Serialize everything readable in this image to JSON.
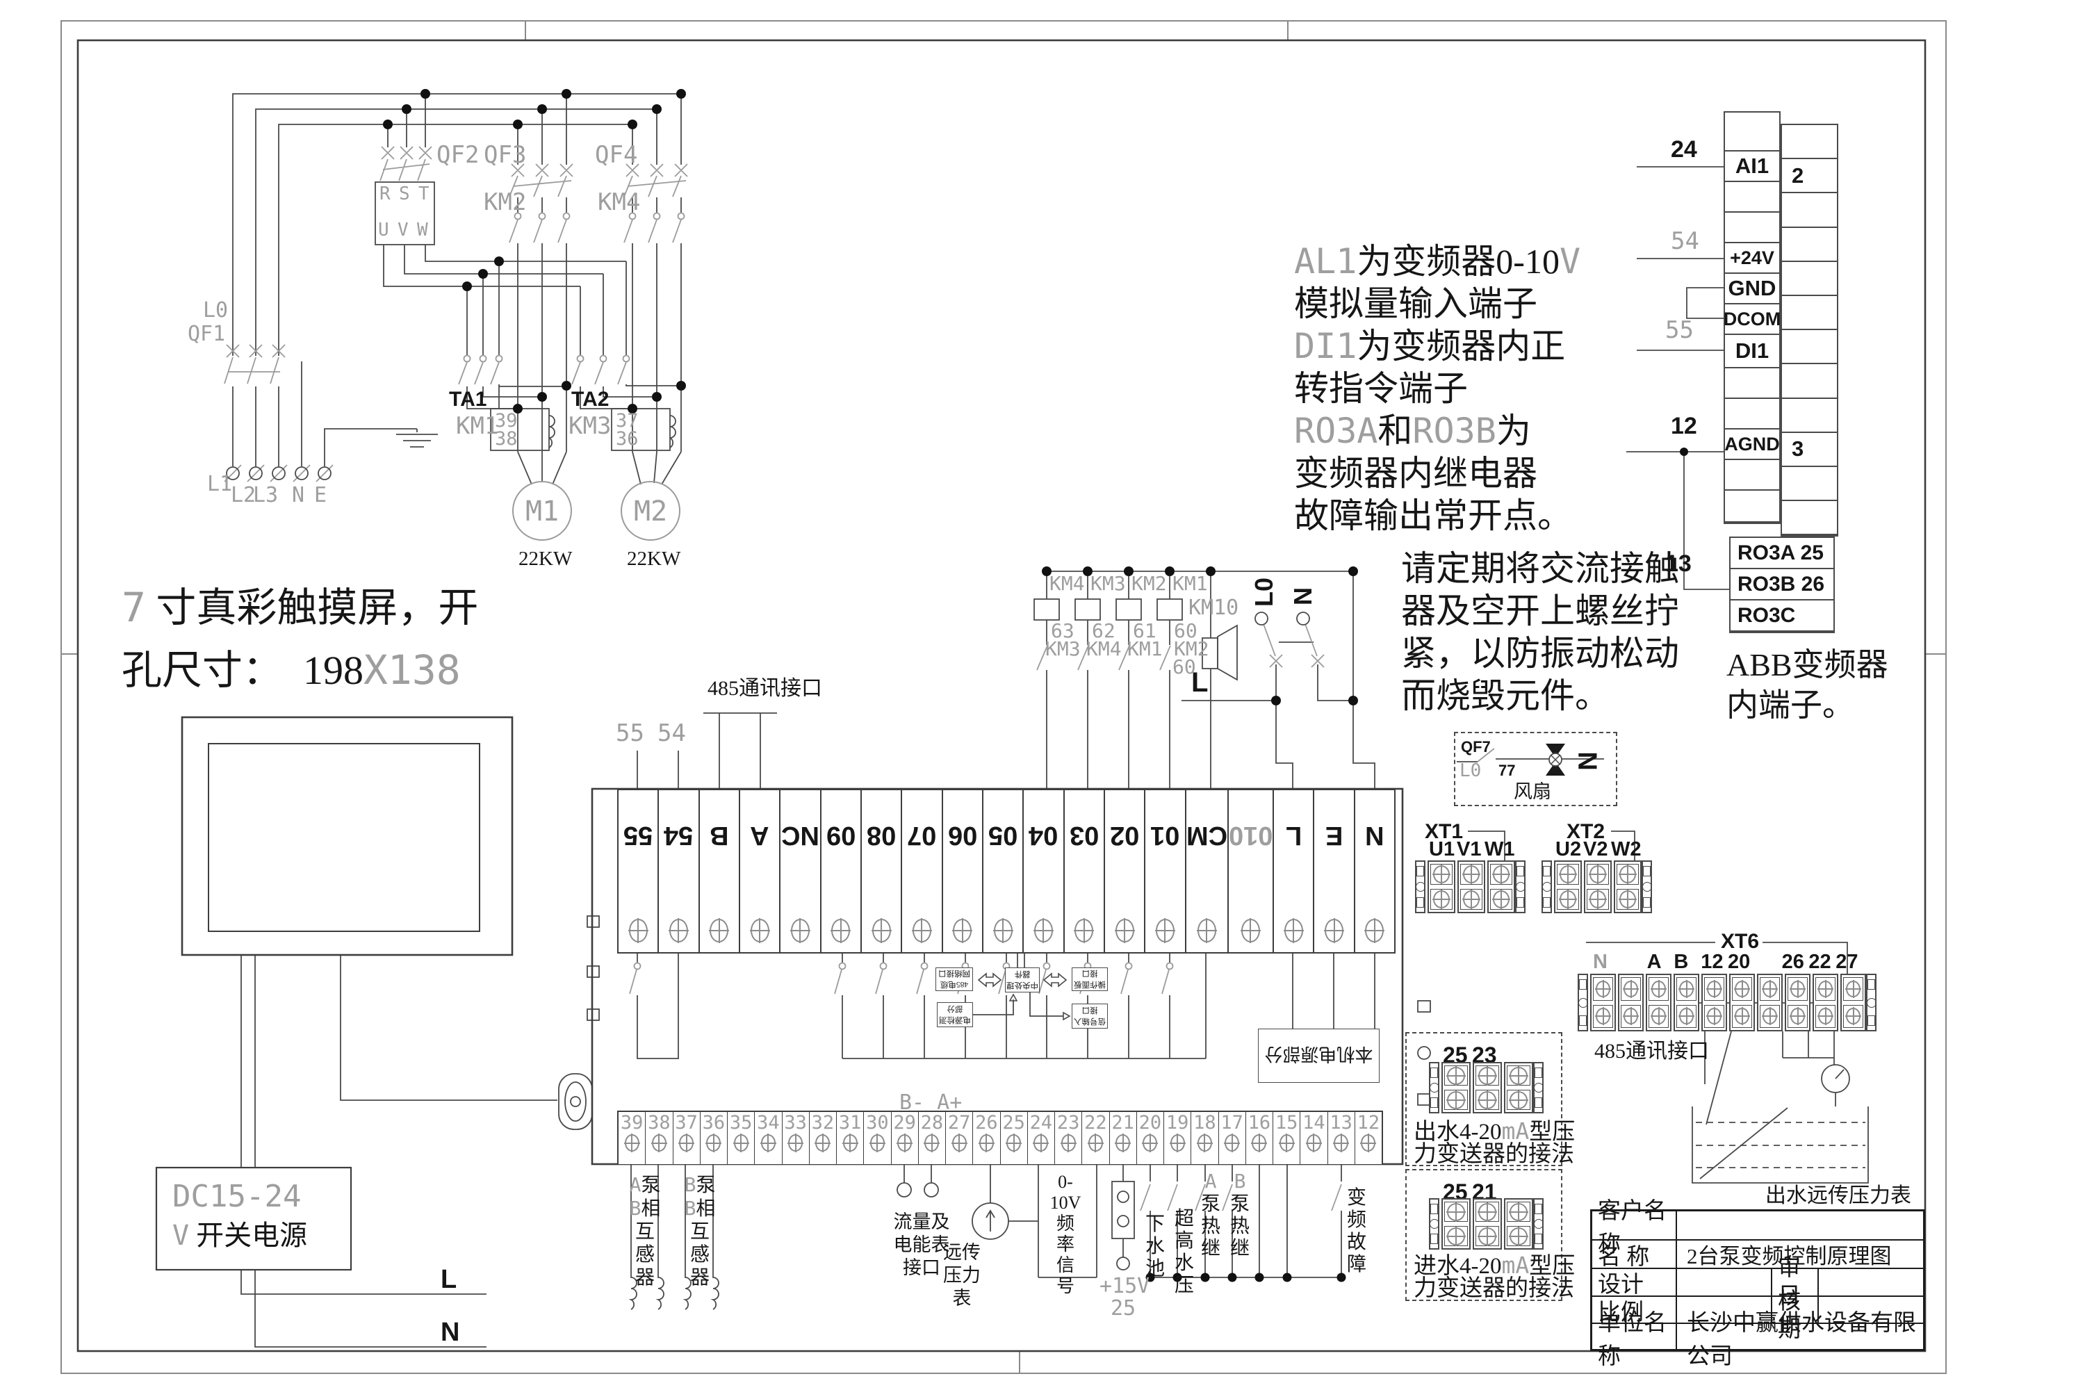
{
  "power": {
    "l0": "L0",
    "qf1": "QF1",
    "entry_terminals": [
      "L1",
      "L2",
      "L3",
      "N",
      "E"
    ],
    "qf2": "QF2",
    "qf3": "QF3",
    "qf4": "QF4",
    "km2": "KM2",
    "km4": "KM4",
    "km1": "KM1",
    "km3": "KM3",
    "inverter_in": [
      "R",
      "S",
      "T"
    ],
    "inverter_out": [
      "U",
      "V",
      "W"
    ],
    "ta1": "TA1",
    "ta1_wires": [
      "39",
      "38"
    ],
    "ta2": "TA2",
    "ta2_wires": [
      "37",
      "36"
    ],
    "m1": "M1",
    "m1_kw": "22KW",
    "m2": "M2",
    "m2_kw": "22KW"
  },
  "touch_note": {
    "line1": [
      {
        "t": "7",
        "g": 1
      },
      {
        "t": " 寸真彩触摸屏，开"
      }
    ],
    "line2": [
      {
        "t": "孔尺寸：  "
      },
      {
        "t": "198"
      },
      {
        "t": "X138",
        "g": 1
      }
    ]
  },
  "psu": {
    "line1": [
      {
        "t": "DC15-24",
        "g": 1
      }
    ],
    "line2": [
      {
        "t": "V",
        "g": 1
      },
      {
        "t": " 开关电源"
      }
    ]
  },
  "mains": {
    "l": "L",
    "n": "N"
  },
  "note_inverter": [
    [
      {
        "t": "AL1",
        "g": 1
      },
      {
        "t": "为变频器0-10"
      },
      {
        "t": "V",
        "g": 1
      }
    ],
    [
      {
        "t": "模拟量输入端子"
      }
    ],
    [
      {
        "t": "DI1",
        "g": 1
      },
      {
        "t": "为变频器内正"
      }
    ],
    [
      {
        "t": "转指令端子"
      }
    ],
    [
      {
        "t": "RO3A",
        "g": 1
      },
      {
        "t": "和"
      },
      {
        "t": "RO3B",
        "g": 1
      },
      {
        "t": "为"
      }
    ],
    [
      {
        "t": "变频器内继电器"
      }
    ],
    [
      {
        "t": "故障输出常开点。"
      }
    ]
  ],
  "note_maintenance": [
    [
      {
        "t": "请定期将交流接触"
      }
    ],
    [
      {
        "t": "器及空开上螺丝拧"
      }
    ],
    [
      {
        "t": "紧，以防振动松动"
      }
    ],
    [
      {
        "t": "而烧毁元件。"
      }
    ]
  ],
  "abb": {
    "ext_24": "24",
    "ext_54": "54",
    "ext_55": "55",
    "ext_12": "12",
    "ext_13": "13",
    "left_cells": [
      "AI1",
      "+24V",
      "GND",
      "DCOM",
      "DI1",
      "AGND"
    ],
    "right_cells": [
      "2",
      "3"
    ],
    "relay_rows": [
      "RO3A 25",
      "RO3B 26",
      "RO3C"
    ],
    "caption": [
      "ABB变频器",
      "内端子。"
    ]
  },
  "km_area": {
    "coils": [
      "KM4",
      "KM3",
      "KM2",
      "KM1"
    ],
    "coil_nums": [
      "63",
      "62",
      "61",
      "60"
    ],
    "contacts": [
      "KM3",
      "KM4",
      "KM1",
      "KM2"
    ],
    "num60": "60",
    "km10": "KM10",
    "l": "L",
    "l0": "L0",
    "n": "N"
  },
  "fan": {
    "qf7": "QF7",
    "l0": "L0",
    "num": "77",
    "n": "N",
    "caption": "风扇"
  },
  "controller": {
    "label_55": "55",
    "label_54": "54",
    "rs485": "485通讯接口",
    "ba": "B- A+",
    "top_terms": [
      {
        "t": "55"
      },
      {
        "t": "54"
      },
      {
        "t": "B"
      },
      {
        "t": "A"
      },
      {
        "t": "NC"
      },
      {
        "t": "09"
      },
      {
        "t": "08"
      },
      {
        "t": "07"
      },
      {
        "t": "06"
      },
      {
        "t": "05"
      },
      {
        "t": "04"
      },
      {
        "t": "03"
      },
      {
        "t": "02"
      },
      {
        "t": "01"
      },
      {
        "t": "CM"
      },
      {
        "t": "010",
        "g": 1
      },
      {
        "t": "L"
      },
      {
        "t": "E"
      },
      {
        "t": "N"
      }
    ],
    "bottom_terms": [
      "39",
      "38",
      "37",
      "36",
      "35",
      "34",
      "33",
      "32",
      "31",
      "30",
      "29",
      "28",
      "27",
      "26",
      "25",
      "24",
      "23",
      "22",
      "21",
      "20",
      "19",
      "18",
      "17",
      "16",
      "15",
      "14",
      "13",
      "12"
    ],
    "boxes": {
      "net": [
        "485电缆",
        "网络接口"
      ],
      "cpu": [
        "中央处理",
        "器件"
      ],
      "panel": [
        "操作面板",
        "接口"
      ],
      "power": [
        "电源检测",
        "部分"
      ],
      "signal": [
        "信号输入",
        "接口"
      ],
      "mains_box": "本机电源部分"
    }
  },
  "xt1": {
    "name": "XT1",
    "labels": [
      "U1",
      "V1",
      "W1"
    ]
  },
  "xt2": {
    "name": "XT2",
    "labels": [
      "U2",
      "V2",
      "W2"
    ]
  },
  "xt6": {
    "name": "XT6",
    "labels": [
      {
        "t": "N",
        "g": 1
      },
      null,
      {
        "t": "A"
      },
      {
        "t": "B"
      },
      {
        "t": "12"
      },
      {
        "t": "20"
      },
      null,
      {
        "t": "26"
      },
      {
        "t": "22"
      },
      {
        "t": "27"
      }
    ],
    "rs485": "485通讯接口"
  },
  "gauge_out": {
    "caption": "出水远传压力表"
  },
  "pt1": {
    "nums": [
      "25",
      "23"
    ],
    "lines": [
      [
        {
          "t": "出水4-20"
        },
        {
          "t": "mA",
          "g": 1
        },
        {
          "t": "型压"
        }
      ],
      [
        {
          "t": "力变送器的接法"
        }
      ]
    ]
  },
  "pt2": {
    "nums": [
      "25",
      "21"
    ],
    "lines": [
      [
        {
          "t": "进水4-20"
        },
        {
          "t": "mA",
          "g": 1
        },
        {
          "t": "型压"
        }
      ],
      [
        {
          "t": "力变送器的接法"
        }
      ]
    ]
  },
  "io_labels": {
    "ct_a": [
      [
        {
          "t": "A",
          "g": 1
        },
        {
          "t": "泵"
        }
      ],
      [
        {
          "t": "B",
          "g": 1
        },
        {
          "t": "相"
        }
      ],
      [
        {
          "t": "互"
        }
      ],
      [
        {
          "t": "感"
        }
      ],
      [
        {
          "t": "器"
        }
      ]
    ],
    "ct_b": [
      [
        {
          "t": "B",
          "g": 1
        },
        {
          "t": "泵"
        }
      ],
      [
        {
          "t": "B",
          "g": 1
        },
        {
          "t": "相"
        }
      ],
      [
        {
          "t": "互"
        }
      ],
      [
        {
          "t": "感"
        }
      ],
      [
        {
          "t": "器"
        }
      ]
    ],
    "flow": [
      [
        {
          "t": "流量及"
        }
      ],
      [
        {
          "t": "电能表"
        }
      ],
      [
        {
          "t": "接口"
        }
      ]
    ],
    "rp": [
      [
        {
          "t": "远传"
        }
      ],
      [
        {
          "t": "压力"
        }
      ],
      [
        {
          "t": "表"
        }
      ]
    ],
    "freq": [
      [
        {
          "t": "0-"
        }
      ],
      [
        {
          "t": "10V"
        }
      ],
      [
        {
          "t": "频"
        }
      ],
      [
        {
          "t": "率"
        }
      ],
      [
        {
          "t": "信"
        }
      ],
      [
        {
          "t": "号"
        }
      ]
    ],
    "p15": "+15V",
    "p25": "25",
    "pool": [
      [
        {
          "t": "下"
        }
      ],
      [
        {
          "t": "水"
        }
      ],
      [
        {
          "t": "池"
        }
      ]
    ],
    "overp": [
      [
        {
          "t": "超"
        }
      ],
      [
        {
          "t": "高"
        }
      ],
      [
        {
          "t": "水"
        }
      ],
      [
        {
          "t": "压"
        }
      ]
    ],
    "tha": [
      [
        {
          "t": "A",
          "g": 1
        }
      ],
      [
        {
          "t": "泵"
        }
      ],
      [
        {
          "t": "热"
        }
      ],
      [
        {
          "t": "继"
        }
      ]
    ],
    "thb": [
      [
        {
          "t": "B",
          "g": 1
        }
      ],
      [
        {
          "t": "泵"
        }
      ],
      [
        {
          "t": "热"
        }
      ],
      [
        {
          "t": "继"
        }
      ]
    ],
    "vfd": [
      [
        {
          "t": "变"
        }
      ],
      [
        {
          "t": "频"
        }
      ],
      [
        {
          "t": "故"
        }
      ],
      [
        {
          "t": "障"
        }
      ]
    ]
  },
  "title_block": {
    "rows": [
      {
        "label": "客户名称",
        "value": ""
      },
      {
        "label": "名    称",
        "value": "2台泵变频控制原理图"
      },
      {
        "label": "设计",
        "value": "",
        "label2": "审核",
        "value2": ""
      },
      {
        "label": "比例",
        "value": "",
        "label2": "日期",
        "value2": ""
      },
      {
        "label": "单位名称",
        "value": "长沙中赢供水设备有限公司"
      }
    ]
  }
}
